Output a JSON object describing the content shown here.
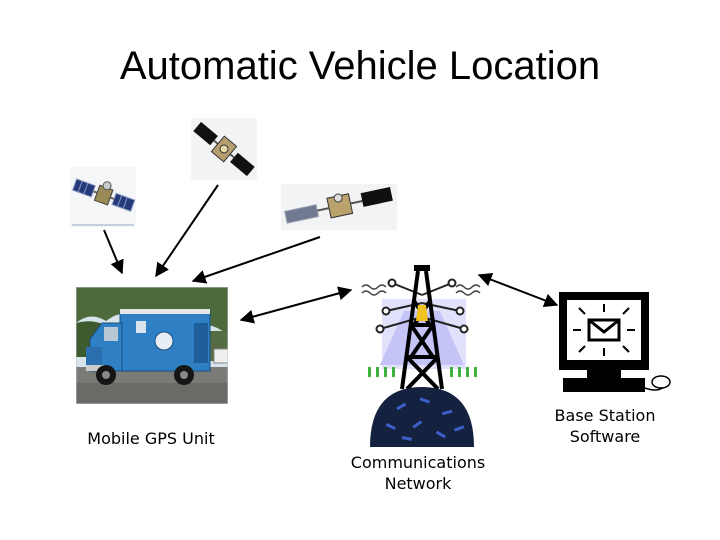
{
  "slide": {
    "title": "Automatic Vehicle Location"
  },
  "diagram": {
    "nodes": [
      {
        "id": "satellite-1",
        "icon": "satellite-icon"
      },
      {
        "id": "satellite-2",
        "icon": "satellite-icon"
      },
      {
        "id": "satellite-3",
        "icon": "satellite-icon"
      },
      {
        "id": "mobile-gps-unit",
        "icon": "utility-truck-photo",
        "label": "Mobile GPS Unit"
      },
      {
        "id": "communications-network",
        "icon": "radio-tower-icon",
        "label_line1": "Communications",
        "label_line2": "Network"
      },
      {
        "id": "base-station-software",
        "icon": "computer-monitor-icon",
        "label_line1": "Base Station",
        "label_line2": "Software"
      }
    ],
    "edges": [
      {
        "from": "satellite-1",
        "to": "mobile-gps-unit",
        "direction": "forward"
      },
      {
        "from": "satellite-2",
        "to": "mobile-gps-unit",
        "direction": "forward"
      },
      {
        "from": "satellite-3",
        "to": "mobile-gps-unit",
        "direction": "forward"
      },
      {
        "from": "mobile-gps-unit",
        "to": "communications-network",
        "direction": "both"
      },
      {
        "from": "communications-network",
        "to": "base-station-software",
        "direction": "both"
      }
    ]
  },
  "colors": {
    "truck_body": "#2e7fc4",
    "sky": "#d7e3ea",
    "foliage": "#4d6a3a",
    "tower_glow": "#8f90e8",
    "mound": "#14213f",
    "monitor": "#000000",
    "signal_green": "#3bb33b"
  }
}
